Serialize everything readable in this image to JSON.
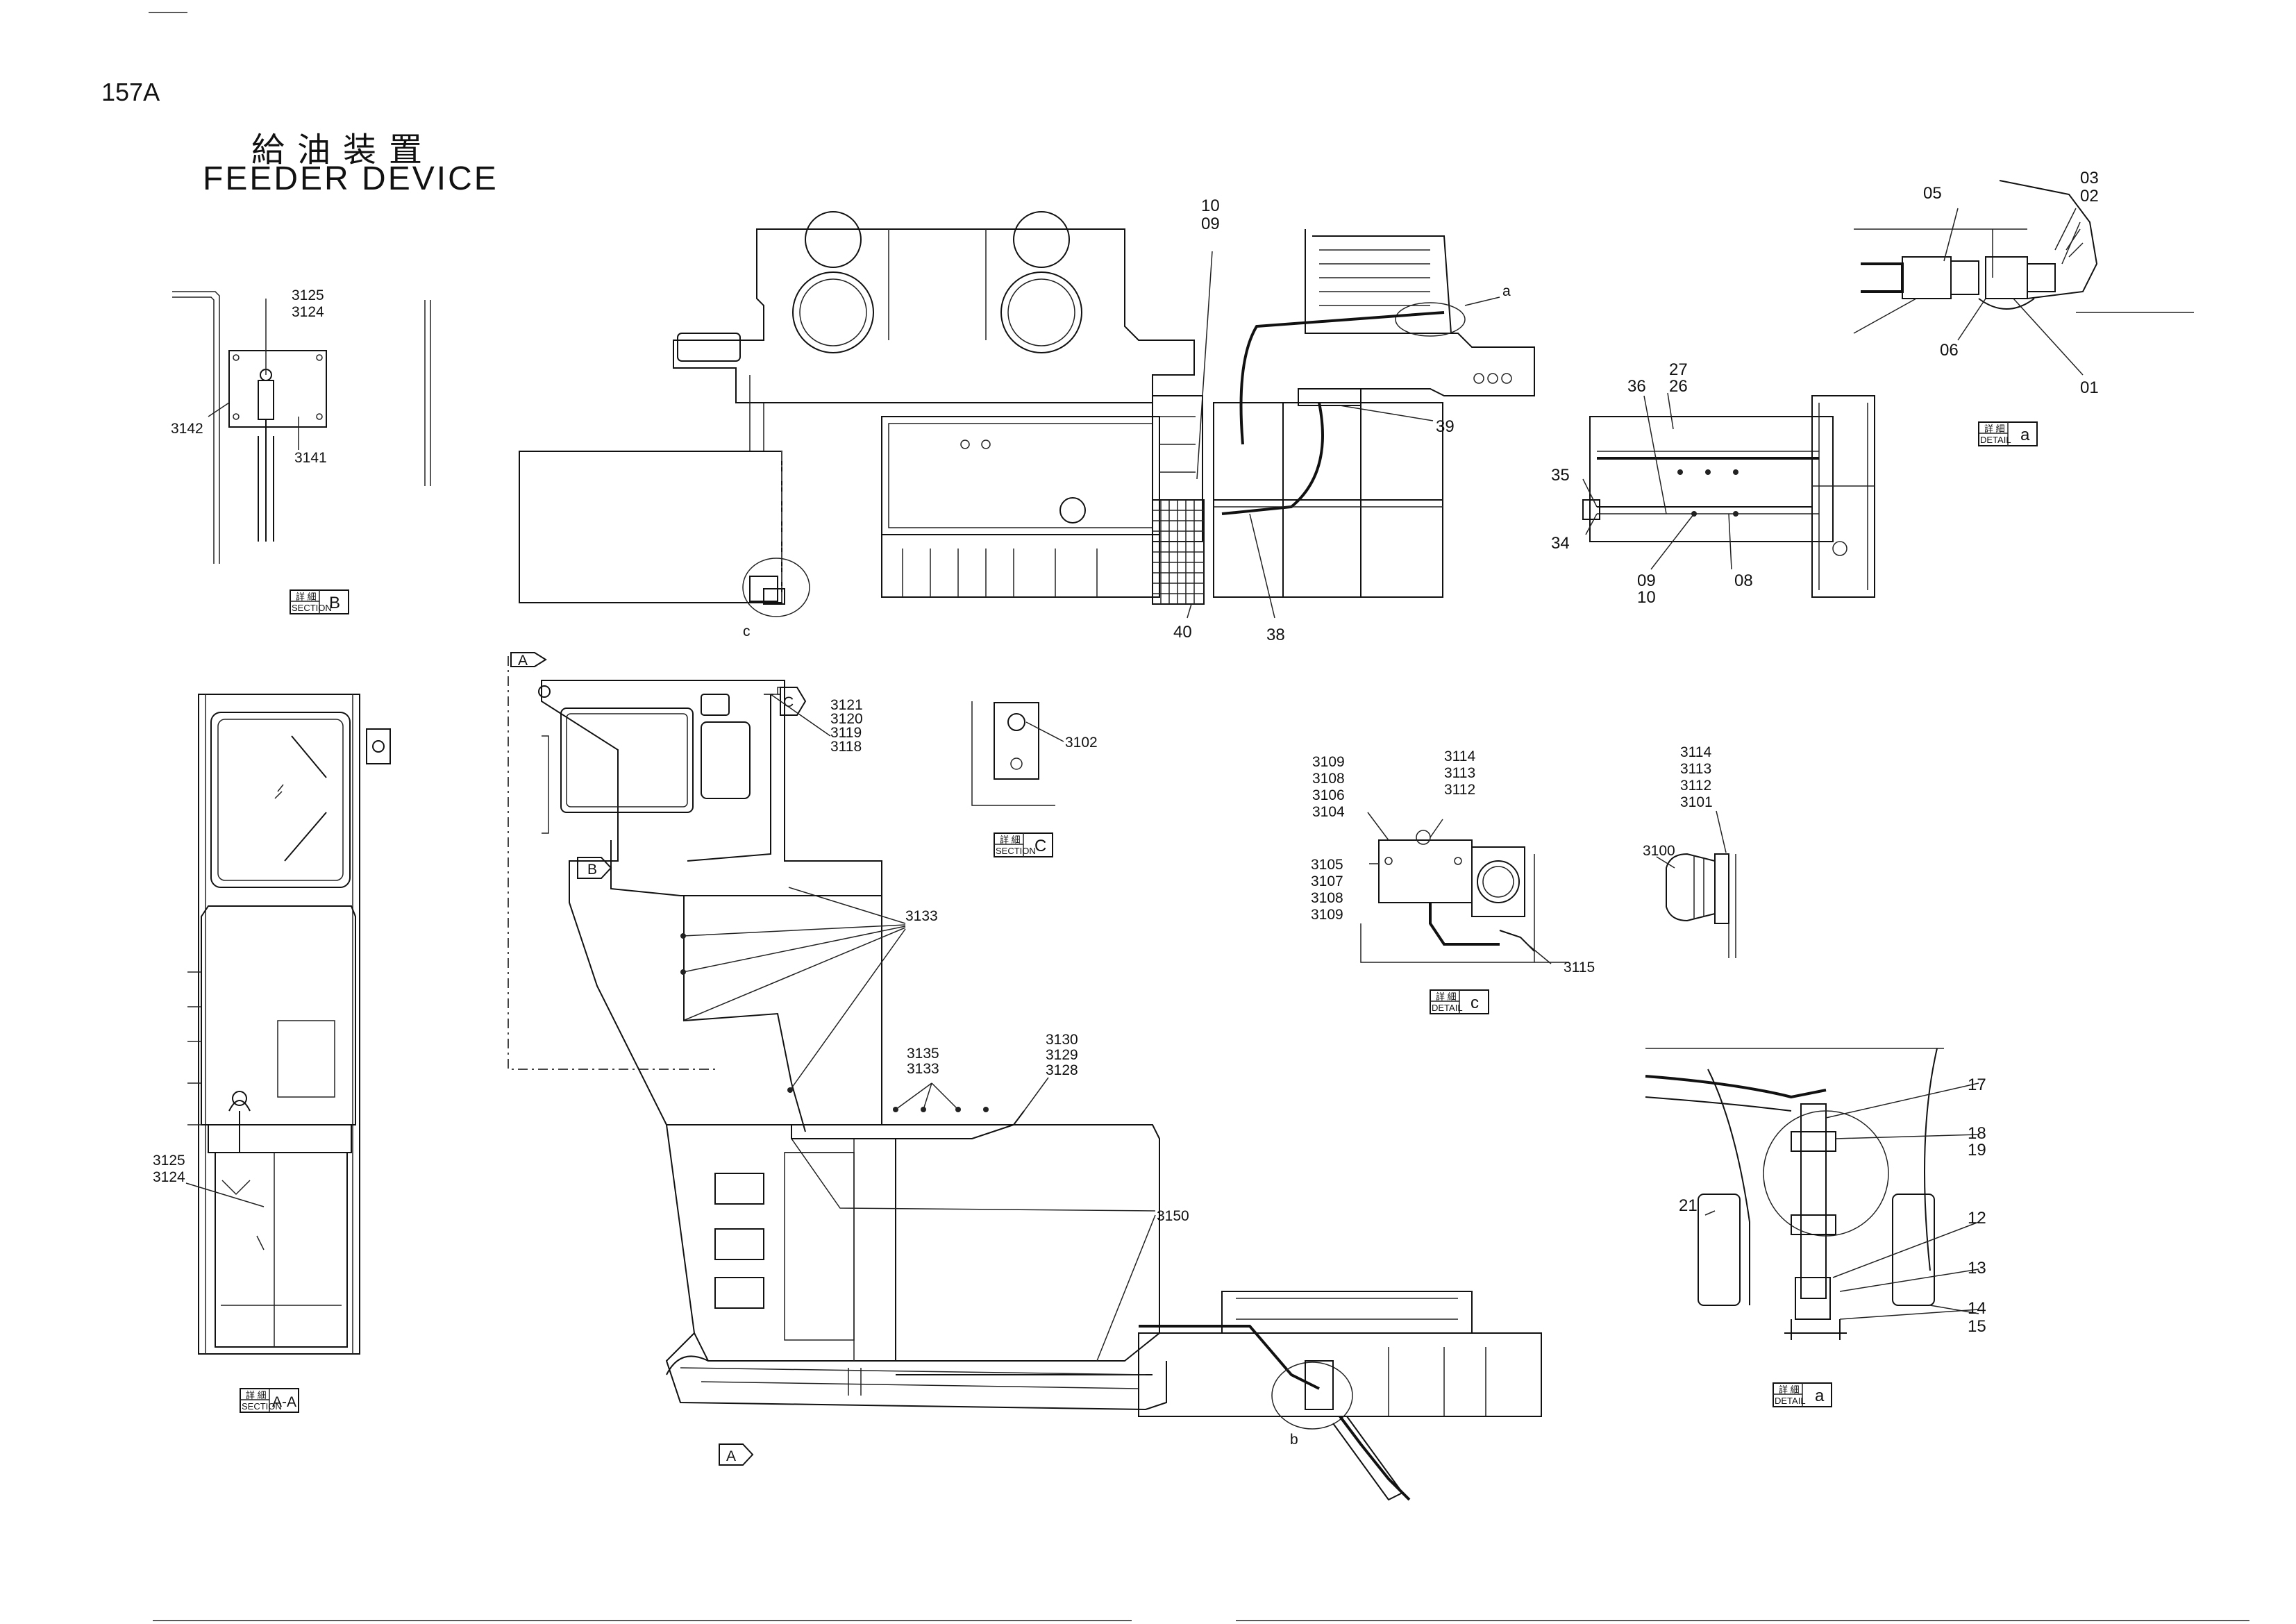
{
  "sheet": {
    "page_number": "157A",
    "title_jp": "給油装置",
    "title_en": "FEEDER DEVICE"
  },
  "tags": {
    "section_b": "B",
    "section_c": "C",
    "section_aa": "A-A",
    "detail_a_top": "a",
    "detail_a_bottom": "a",
    "detail_c": "c",
    "view_a_top": "A",
    "view_a_bottom": "A",
    "view_b": "B",
    "view_c": "C",
    "circle_a": "a",
    "circle_b": "b",
    "circle_c": "c",
    "tag_small_line1": "詳 細",
    "tag_section_word": "SECTION",
    "tag_detail_word": "DETAIL"
  },
  "labels": {
    "sec_b": [
      "3125",
      "3124",
      "3142",
      "3141"
    ],
    "sec_aa": [
      "3125",
      "3124"
    ],
    "main_top": [
      "10",
      "09",
      "39",
      "40",
      "38"
    ],
    "main_cab": [
      "3121",
      "3120",
      "3119",
      "3118",
      "3133",
      "3135",
      "3133",
      "3130",
      "3129",
      "3128",
      "3150"
    ],
    "sec_c": [
      "3102"
    ],
    "detail_c": [
      "3109",
      "3108",
      "3106",
      "3104",
      "3114",
      "3113",
      "3112",
      "3105",
      "3107",
      "3108",
      "3109",
      "3115"
    ],
    "lamp": [
      "3114",
      "3113",
      "3112",
      "3101",
      "3100"
    ],
    "detail_a_top": [
      "05",
      "03",
      "02",
      "06",
      "01"
    ],
    "panel": [
      "27",
      "26",
      "36",
      "35",
      "34",
      "09",
      "10",
      "08"
    ],
    "detail_a_bottom": [
      "17",
      "18",
      "19",
      "12",
      "13",
      "14",
      "15",
      "21"
    ]
  }
}
